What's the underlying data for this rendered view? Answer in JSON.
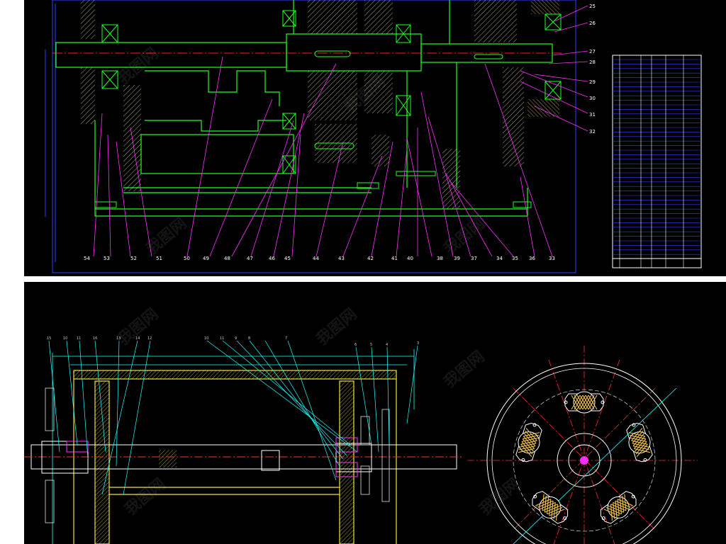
{
  "top_callouts_bottom": [
    "54",
    "53",
    "52",
    "51",
    "50",
    "49",
    "48",
    "47",
    "46",
    "45",
    "44",
    "43",
    "42",
    "41",
    "40",
    "38",
    "39",
    "37",
    "34",
    "35",
    "36",
    "33"
  ],
  "top_callouts_right": [
    "25",
    "26",
    "27",
    "28",
    "29",
    "30",
    "31",
    "32"
  ],
  "bottom_callouts_top": [
    "15",
    "10",
    "11",
    "16",
    "13",
    "14",
    "12",
    "10",
    "11",
    "9",
    "8",
    "7",
    "6",
    "5",
    "4",
    "3"
  ],
  "watermark": "我图网"
}
